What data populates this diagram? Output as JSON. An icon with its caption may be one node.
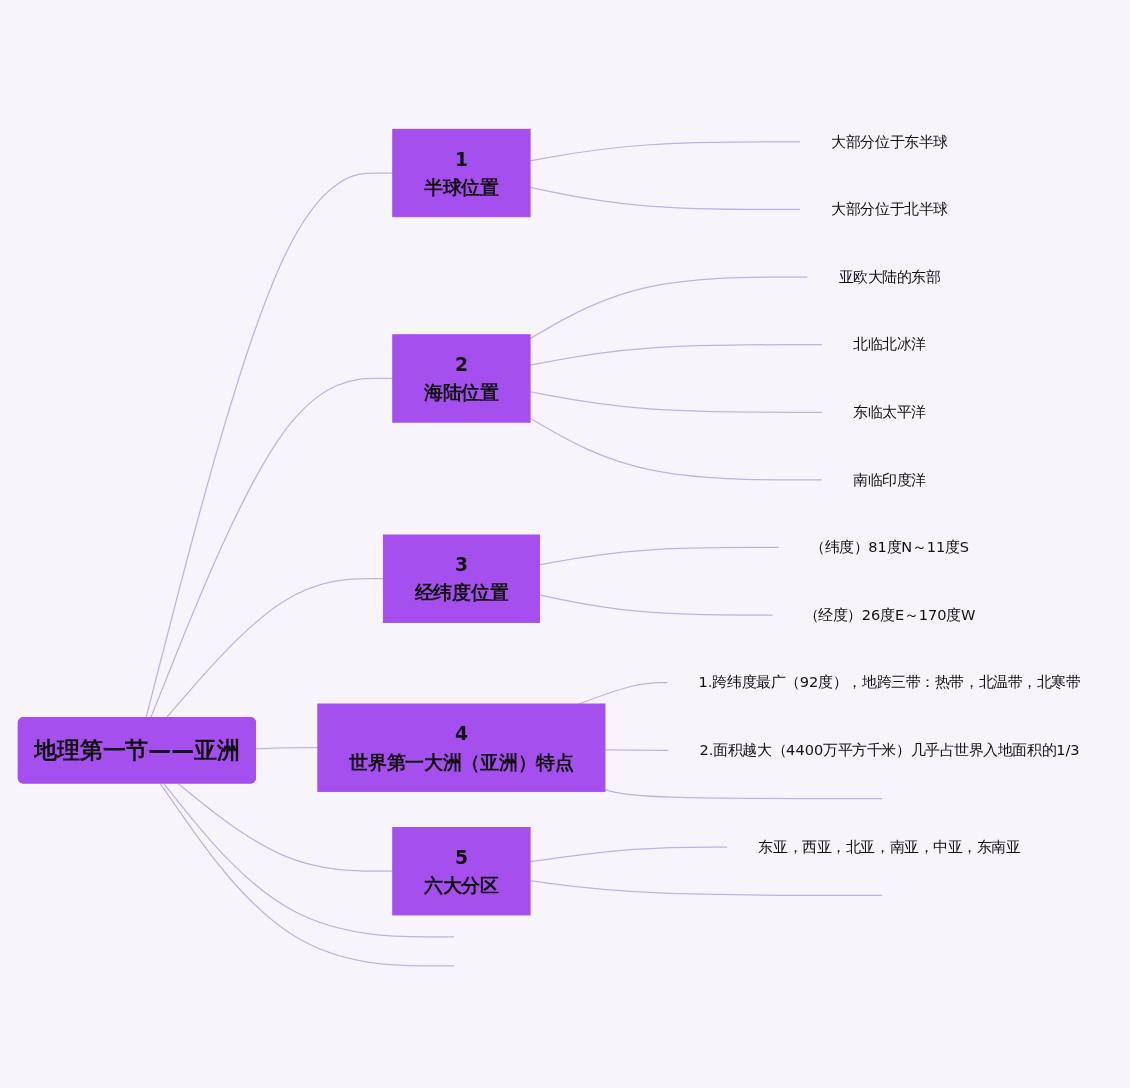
{
  "diagram": {
    "nodes": [
      {
        "text": [
          "地理第一节——亚洲"
        ]
      },
      {
        "text": [
          "1",
          "半球位置"
        ]
      },
      {
        "text": [
          "大部分位于东半球"
        ]
      },
      {
        "text": [
          "大部分位于北半球"
        ]
      },
      {
        "text": [
          "2",
          "海陆位置"
        ]
      },
      {
        "text": [
          "亚欧大陆的东部"
        ]
      },
      {
        "text": [
          "北临北冰洋"
        ]
      },
      {
        "text": [
          "东临太平洋"
        ]
      },
      {
        "text": [
          "南临印度洋"
        ]
      },
      {
        "text": [
          "3",
          "经纬度位置"
        ]
      },
      {
        "text": [
          "（纬度）81度N～11度S"
        ]
      },
      {
        "text": [
          "（经度）26度E～170度W"
        ]
      },
      {
        "text": [
          "4",
          "世界第一大洲（亚洲）特点"
        ]
      },
      {
        "text": [
          "1.跨纬度最广（92度），地跨三带：热带，北温带，北寒带"
        ]
      },
      {
        "text": [
          "2.面积越大（4400万平方千米）几乎占世界入地面积的1/3"
        ]
      },
      {
        "text": [
          "5",
          "六大分区"
        ]
      },
      {
        "text": [
          "东亚，西亚，北亚，南亚，中亚，东南亚"
        ]
      }
    ],
    "edges": [
      {
        "from": 0,
        "to": 1,
        "arrow": "none"
      },
      {
        "from": 1,
        "to": 2,
        "arrow": "none"
      },
      {
        "from": 1,
        "to": 3,
        "arrow": "none"
      },
      {
        "from": 0,
        "to": 4,
        "arrow": "none"
      },
      {
        "from": 4,
        "to": 5,
        "arrow": "none"
      },
      {
        "from": 4,
        "to": 6,
        "arrow": "none"
      },
      {
        "from": 4,
        "to": 7,
        "arrow": "none"
      },
      {
        "from": 4,
        "to": 8,
        "arrow": "none"
      },
      {
        "from": 0,
        "to": 9,
        "arrow": "none"
      },
      {
        "from": 9,
        "to": 10,
        "arrow": "none"
      },
      {
        "from": 9,
        "to": 11,
        "arrow": "none"
      },
      {
        "from": 0,
        "to": 12,
        "arrow": "none"
      },
      {
        "from": 12,
        "to": 13,
        "arrow": "none"
      },
      {
        "from": 12,
        "to": 14,
        "arrow": "none"
      },
      {
        "from": 12,
        "to": null,
        "arrow": "none"
      },
      {
        "from": 0,
        "to": 15,
        "arrow": "none"
      },
      {
        "from": 15,
        "to": 16,
        "arrow": "none"
      },
      {
        "from": 15,
        "to": null,
        "arrow": "none"
      },
      {
        "from": 0,
        "to": null,
        "arrow": "none"
      },
      {
        "from": 0,
        "to": null,
        "arrow": "none"
      }
    ]
  }
}
